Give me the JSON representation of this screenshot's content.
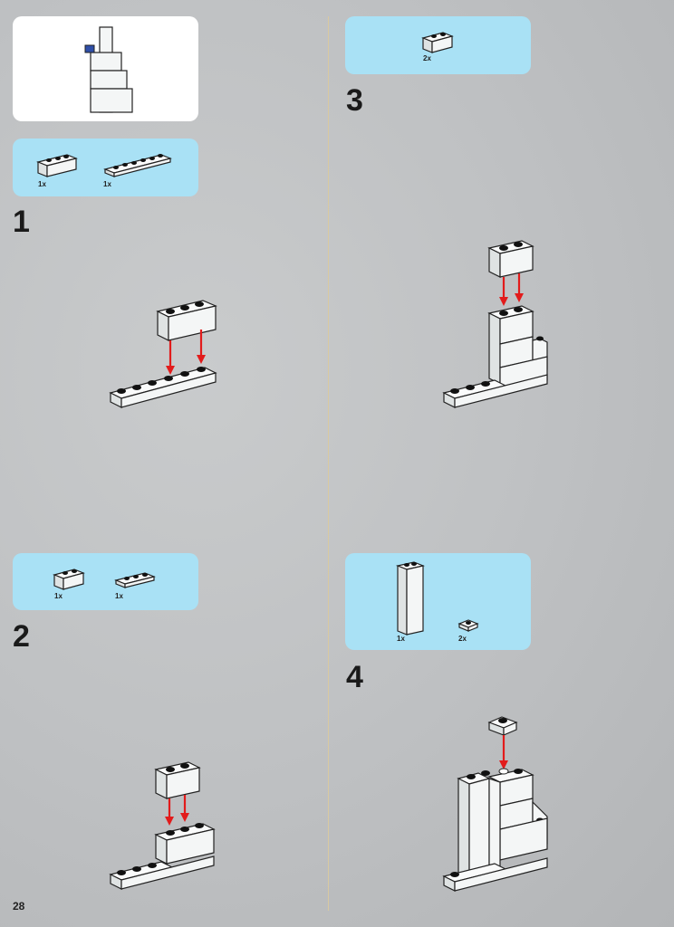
{
  "page": {
    "number": "28"
  },
  "overview": {
    "label": ""
  },
  "steps": [
    {
      "number": "1",
      "parts": [
        {
          "qty": "1x",
          "icon": "brick-1x3-icon"
        },
        {
          "qty": "1x",
          "icon": "plate-1x6-icon"
        }
      ]
    },
    {
      "number": "2",
      "parts": [
        {
          "qty": "1x",
          "icon": "brick-1x2-icon"
        },
        {
          "qty": "1x",
          "icon": "plate-1x3-icon"
        }
      ]
    },
    {
      "number": "3",
      "parts": [
        {
          "qty": "2x",
          "icon": "brick-1x2-icon"
        }
      ]
    },
    {
      "number": "4",
      "parts": [
        {
          "qty": "1x",
          "icon": "brick-1x1x5-icon"
        },
        {
          "qty": "2x",
          "icon": "plate-1x1-icon"
        }
      ]
    }
  ],
  "colors": {
    "panel_blue": "#a9e1f5",
    "arrow_red": "#e21b1b",
    "divider": "#d9c9a0"
  }
}
